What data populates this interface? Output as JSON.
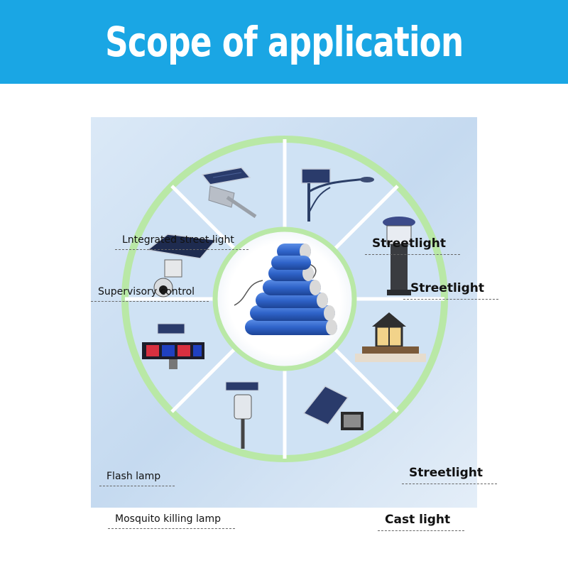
{
  "banner": {
    "title": "Scope of application",
    "background": "#1aa6e4",
    "text_color": "#ffffff"
  },
  "ring_color": "#b9e8a6",
  "center": {
    "icon": "battery-pack-icon",
    "battery_color": "#2f63c9"
  },
  "applications": [
    {
      "label": "Lntegrated street light",
      "icon": "solar-street-light-icon"
    },
    {
      "label": "Streetlight",
      "icon": "streetlight-pole-icon"
    },
    {
      "label": "Streetlight",
      "icon": "bollard-light-icon"
    },
    {
      "label": "Streetlight",
      "icon": "pillar-lamp-icon"
    },
    {
      "label": "Cast light",
      "icon": "floodlight-icon"
    },
    {
      "label": "Mosquito killing lamp",
      "icon": "mosquito-lamp-icon"
    },
    {
      "label": "Flash lamp",
      "icon": "flash-lamp-icon"
    },
    {
      "label": "Supervisory control",
      "icon": "security-camera-icon"
    }
  ]
}
